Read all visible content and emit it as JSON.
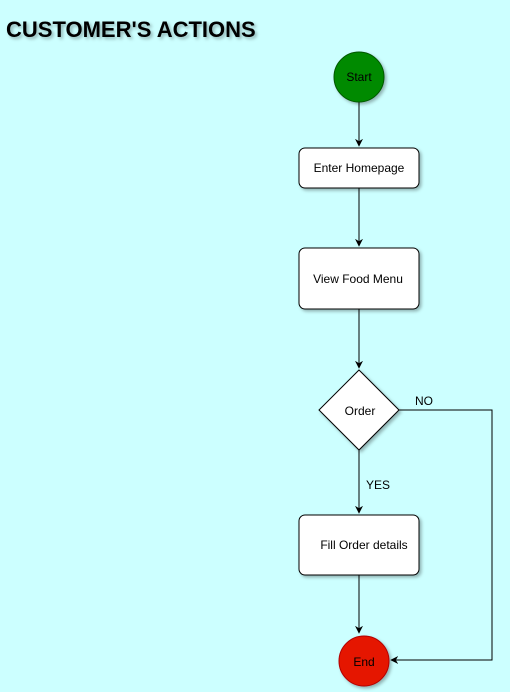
{
  "title": "CUSTOMER'S ACTIONS",
  "colors": {
    "background": "#ccffff",
    "start": "#008a00",
    "end": "#e51400",
    "process": "#ffffff",
    "line": "#000000"
  },
  "nodes": {
    "start": "Start",
    "enter_homepage": "Enter Homepage",
    "view_menu": "View Food Menu",
    "order": "Order",
    "fill_order": "Fill Order details",
    "end": "End"
  },
  "edges": {
    "yes": "YES",
    "no": "NO"
  }
}
